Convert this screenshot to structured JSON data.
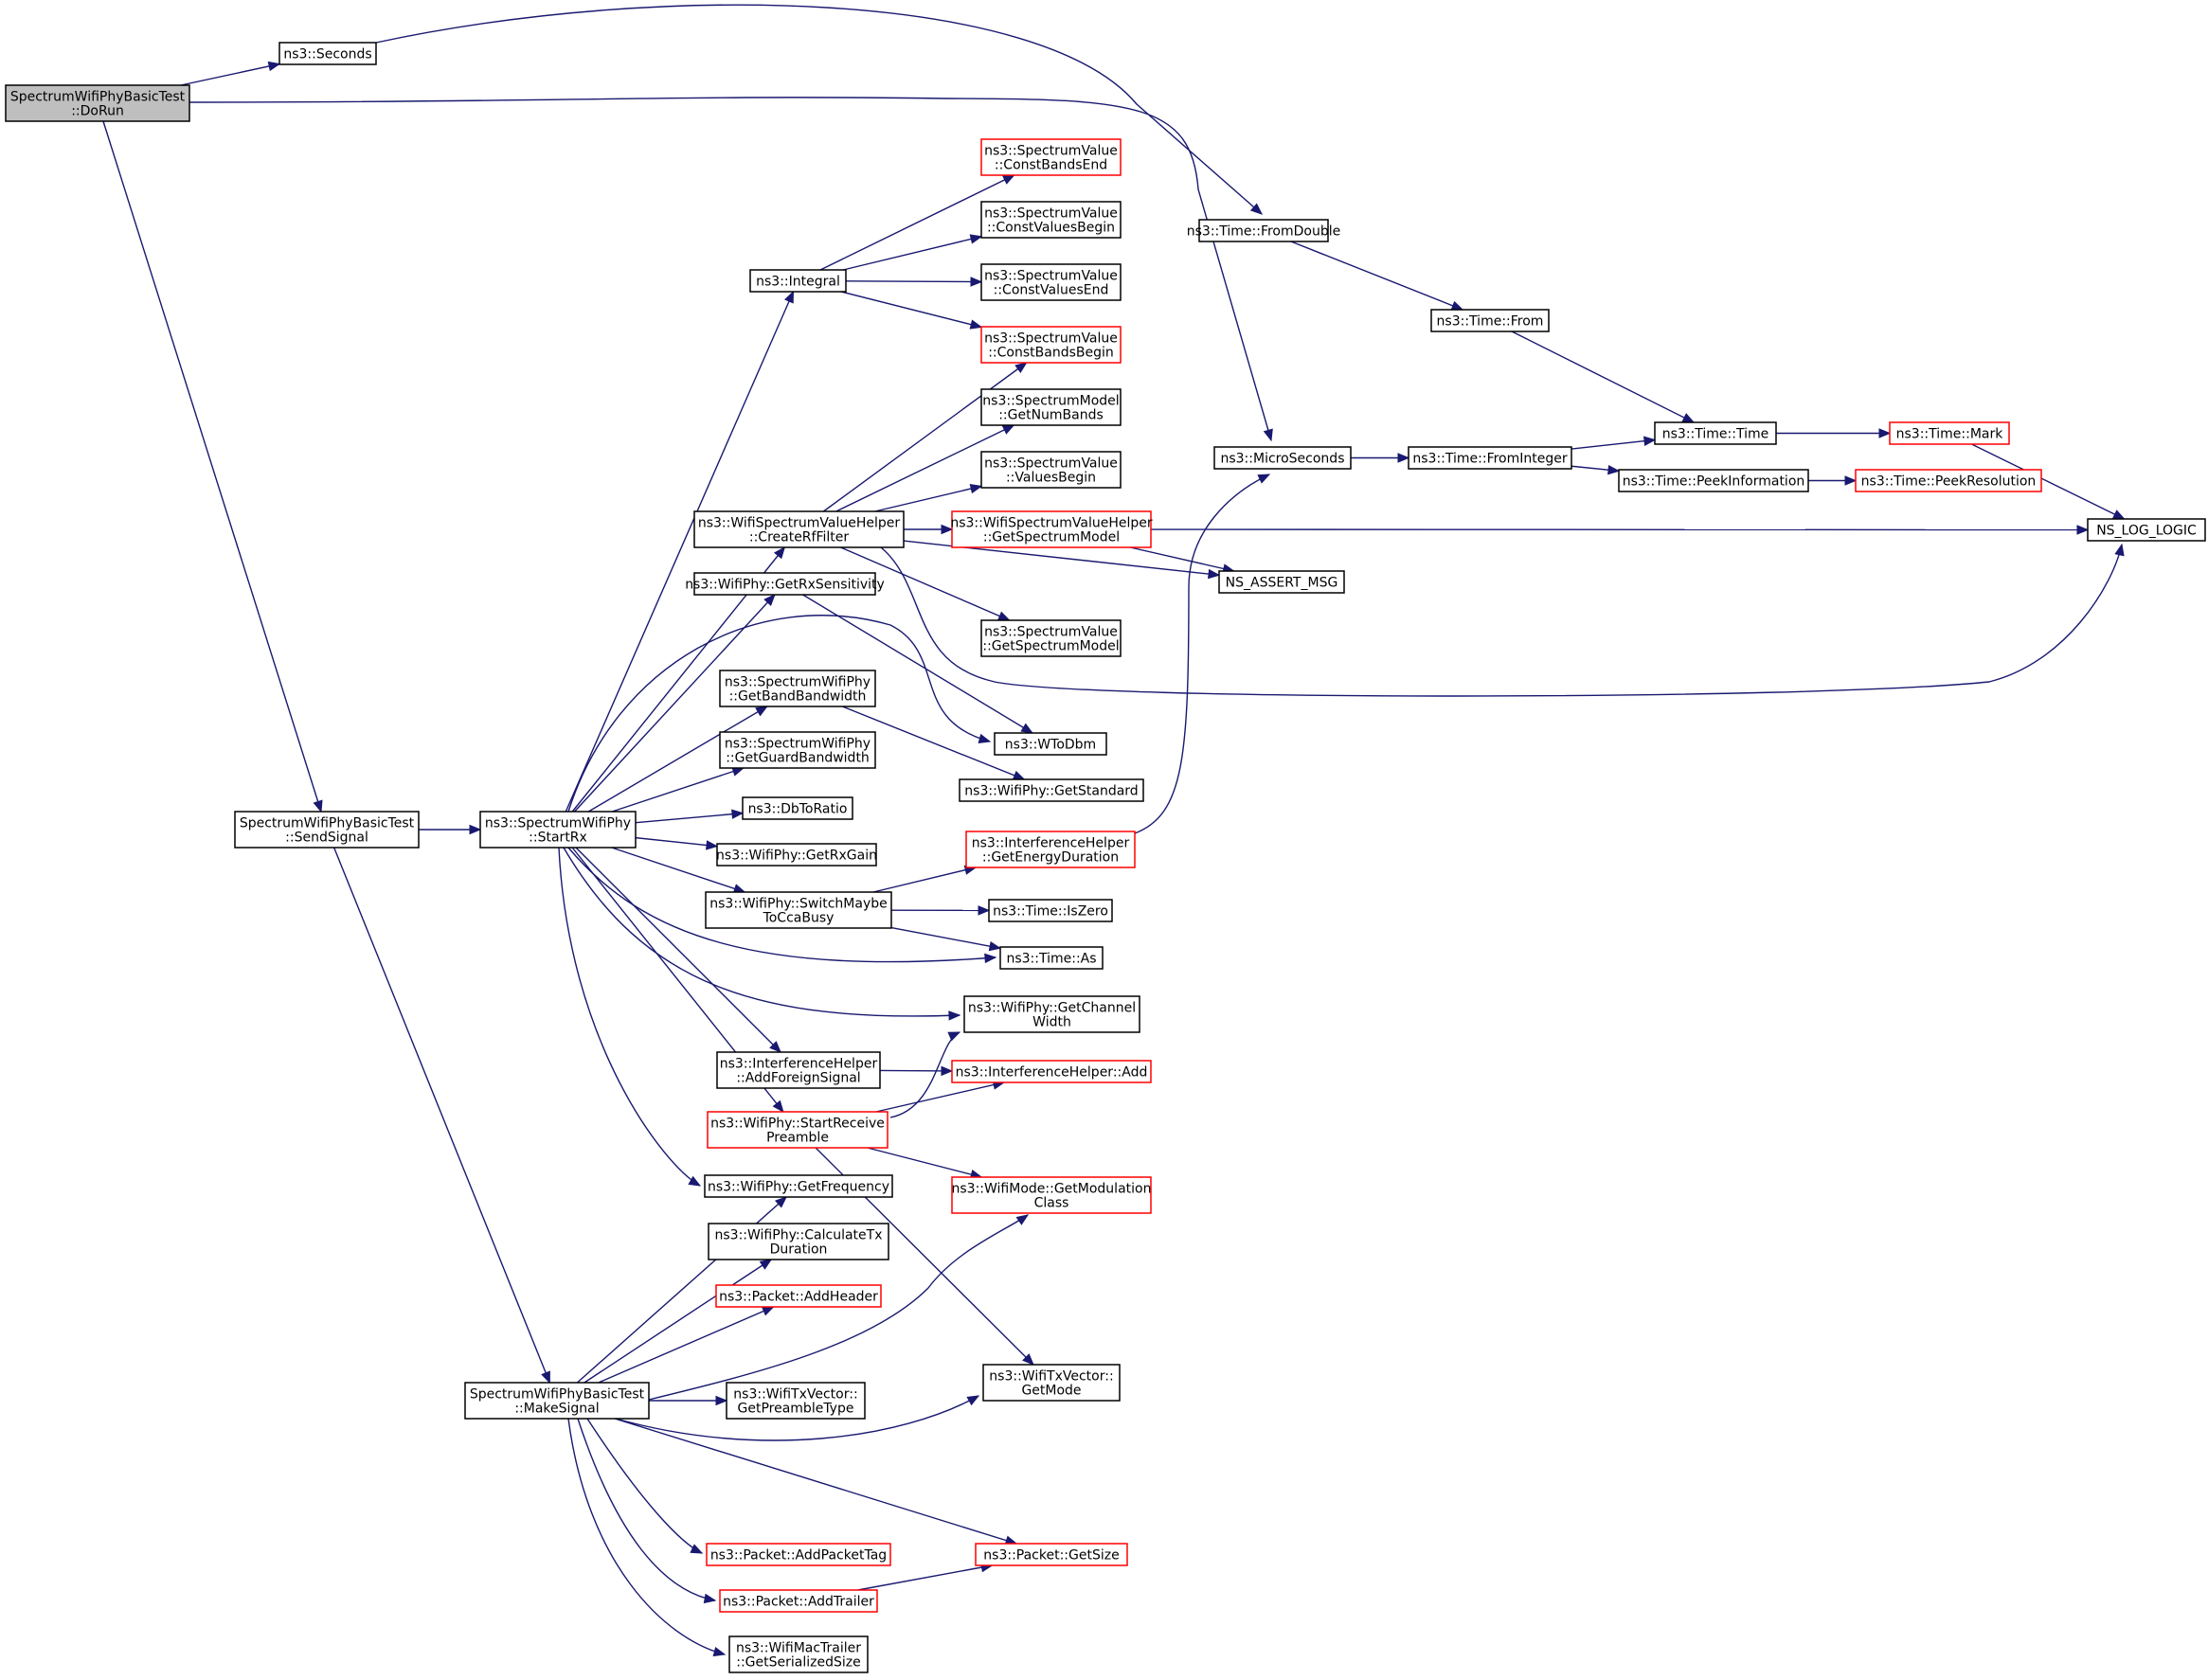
{
  "graph": {
    "colors": {
      "edge": "#191970",
      "border": "#000000",
      "incomplete_border": "#ff0000",
      "root_fill": "#bfbfbf"
    },
    "nodes": [
      {
        "id": "dorun",
        "lines": [
          "SpectrumWifiPhyBasicTest",
          "::DoRun"
        ],
        "style": "root"
      },
      {
        "id": "seconds",
        "lines": [
          "ns3::Seconds"
        ],
        "style": "normal"
      },
      {
        "id": "sendsignal",
        "lines": [
          "SpectrumWifiPhyBasicTest",
          "::SendSignal"
        ],
        "style": "normal"
      },
      {
        "id": "startrx",
        "lines": [
          "ns3::SpectrumWifiPhy",
          "::StartRx"
        ],
        "style": "normal"
      },
      {
        "id": "makesignal",
        "lines": [
          "SpectrumWifiPhyBasicTest",
          "::MakeSignal"
        ],
        "style": "normal"
      },
      {
        "id": "integral",
        "lines": [
          "ns3::Integral"
        ],
        "style": "normal"
      },
      {
        "id": "sv_cbe",
        "lines": [
          "ns3::SpectrumValue",
          "::ConstBandsEnd"
        ],
        "style": "red"
      },
      {
        "id": "sv_cvb",
        "lines": [
          "ns3::SpectrumValue",
          "::ConstValuesBegin"
        ],
        "style": "normal"
      },
      {
        "id": "sv_cve",
        "lines": [
          "ns3::SpectrumValue",
          "::ConstValuesEnd"
        ],
        "style": "normal"
      },
      {
        "id": "sv_cbb",
        "lines": [
          "ns3::SpectrumValue",
          "::ConstBandsBegin"
        ],
        "style": "red"
      },
      {
        "id": "sm_gnb",
        "lines": [
          "ns3::SpectrumModel",
          "::GetNumBands"
        ],
        "style": "normal"
      },
      {
        "id": "sv_vb",
        "lines": [
          "ns3::SpectrumValue",
          "::ValuesBegin"
        ],
        "style": "normal"
      },
      {
        "id": "createrf",
        "lines": [
          "ns3::WifiSpectrumValueHelper",
          "::CreateRfFilter"
        ],
        "style": "normal"
      },
      {
        "id": "wsvh_gsm",
        "lines": [
          "ns3::WifiSpectrumValueHelper",
          "::GetSpectrumModel"
        ],
        "style": "red"
      },
      {
        "id": "getrxsens",
        "lines": [
          "ns3::WifiPhy::GetRxSensitivity"
        ],
        "style": "normal"
      },
      {
        "id": "sv_gsm",
        "lines": [
          "ns3::SpectrumValue",
          "::GetSpectrumModel"
        ],
        "style": "normal"
      },
      {
        "id": "getbandbw",
        "lines": [
          "ns3::SpectrumWifiPhy",
          "::GetBandBandwidth"
        ],
        "style": "normal"
      },
      {
        "id": "wtodbm",
        "lines": [
          "ns3::WToDbm"
        ],
        "style": "normal"
      },
      {
        "id": "getstandard",
        "lines": [
          "ns3::WifiPhy::GetStandard"
        ],
        "style": "normal"
      },
      {
        "id": "getguardbw",
        "lines": [
          "ns3::SpectrumWifiPhy",
          "::GetGuardBandwidth"
        ],
        "style": "normal"
      },
      {
        "id": "dbtoratio",
        "lines": [
          "ns3::DbToRatio"
        ],
        "style": "normal"
      },
      {
        "id": "getrxgain",
        "lines": [
          "ns3::WifiPhy::GetRxGain"
        ],
        "style": "normal"
      },
      {
        "id": "switchcca",
        "lines": [
          "ns3::WifiPhy::SwitchMaybe",
          "ToCcaBusy"
        ],
        "style": "normal"
      },
      {
        "id": "ih_ged",
        "lines": [
          "ns3::InterferenceHelper",
          "::GetEnergyDuration"
        ],
        "style": "red"
      },
      {
        "id": "time_iszero",
        "lines": [
          "ns3::Time::IsZero"
        ],
        "style": "normal"
      },
      {
        "id": "time_as",
        "lines": [
          "ns3::Time::As"
        ],
        "style": "normal"
      },
      {
        "id": "getchw",
        "lines": [
          "ns3::WifiPhy::GetChannel",
          "Width"
        ],
        "style": "normal"
      },
      {
        "id": "ih_afs",
        "lines": [
          "ns3::InterferenceHelper",
          "::AddForeignSignal"
        ],
        "style": "normal"
      },
      {
        "id": "ih_add",
        "lines": [
          "ns3::InterferenceHelper::Add"
        ],
        "style": "red"
      },
      {
        "id": "startrecv",
        "lines": [
          "ns3::WifiPhy::StartReceive",
          "Preamble"
        ],
        "style": "red"
      },
      {
        "id": "getmodclass",
        "lines": [
          "ns3::WifiMode::GetModulation",
          "Class"
        ],
        "style": "red"
      },
      {
        "id": "getfreq",
        "lines": [
          "ns3::WifiPhy::GetFrequency"
        ],
        "style": "normal"
      },
      {
        "id": "calctx",
        "lines": [
          "ns3::WifiPhy::CalculateTx",
          "Duration"
        ],
        "style": "normal"
      },
      {
        "id": "addheader",
        "lines": [
          "ns3::Packet::AddHeader"
        ],
        "style": "red"
      },
      {
        "id": "getpreamble",
        "lines": [
          "ns3::WifiTxVector::",
          "GetPreambleType"
        ],
        "style": "normal"
      },
      {
        "id": "getmode",
        "lines": [
          "ns3::WifiTxVector::",
          "GetMode"
        ],
        "style": "normal"
      },
      {
        "id": "addpackettag",
        "lines": [
          "ns3::Packet::AddPacketTag"
        ],
        "style": "red"
      },
      {
        "id": "getsize",
        "lines": [
          "ns3::Packet::GetSize"
        ],
        "style": "red"
      },
      {
        "id": "addtrailer",
        "lines": [
          "ns3::Packet::AddTrailer"
        ],
        "style": "red"
      },
      {
        "id": "gss",
        "lines": [
          "ns3::WifiMacTrailer",
          "::GetSerializedSize"
        ],
        "style": "normal"
      },
      {
        "id": "fromdouble",
        "lines": [
          "ns3::Time::FromDouble"
        ],
        "style": "normal"
      },
      {
        "id": "time_from",
        "lines": [
          "ns3::Time::From"
        ],
        "style": "normal"
      },
      {
        "id": "microseconds",
        "lines": [
          "ns3::MicroSeconds"
        ],
        "style": "normal"
      },
      {
        "id": "frominteger",
        "lines": [
          "ns3::Time::FromInteger"
        ],
        "style": "normal"
      },
      {
        "id": "time_time",
        "lines": [
          "ns3::Time::Time"
        ],
        "style": "normal"
      },
      {
        "id": "time_mark",
        "lines": [
          "ns3::Time::Mark"
        ],
        "style": "red"
      },
      {
        "id": "peekinfo",
        "lines": [
          "ns3::Time::PeekInformation"
        ],
        "style": "normal"
      },
      {
        "id": "peekres",
        "lines": [
          "ns3::Time::PeekResolution"
        ],
        "style": "red"
      },
      {
        "id": "nslog",
        "lines": [
          "NS_LOG_LOGIC"
        ],
        "style": "normal"
      },
      {
        "id": "nsassert",
        "lines": [
          "NS_ASSERT_MSG"
        ],
        "style": "normal"
      }
    ],
    "edges": [
      [
        "dorun",
        "seconds"
      ],
      [
        "dorun",
        "microseconds"
      ],
      [
        "dorun",
        "sendsignal"
      ],
      [
        "seconds",
        "fromdouble"
      ],
      [
        "fromdouble",
        "time_from"
      ],
      [
        "time_from",
        "time_time"
      ],
      [
        "microseconds",
        "frominteger"
      ],
      [
        "frominteger",
        "time_time"
      ],
      [
        "frominteger",
        "peekinfo"
      ],
      [
        "time_time",
        "time_mark"
      ],
      [
        "time_mark",
        "nslog"
      ],
      [
        "peekinfo",
        "peekres"
      ],
      [
        "sendsignal",
        "startrx"
      ],
      [
        "sendsignal",
        "makesignal"
      ],
      [
        "startrx",
        "integral"
      ],
      [
        "startrx",
        "createrf"
      ],
      [
        "startrx",
        "getrxsens"
      ],
      [
        "startrx",
        "wtodbm"
      ],
      [
        "startrx",
        "getbandbw"
      ],
      [
        "startrx",
        "getguardbw"
      ],
      [
        "startrx",
        "dbtoratio"
      ],
      [
        "startrx",
        "getrxgain"
      ],
      [
        "startrx",
        "switchcca"
      ],
      [
        "startrx",
        "time_as"
      ],
      [
        "startrx",
        "getchw"
      ],
      [
        "startrx",
        "ih_afs"
      ],
      [
        "startrx",
        "startrecv"
      ],
      [
        "startrx",
        "getfreq"
      ],
      [
        "integral",
        "sv_cbe"
      ],
      [
        "integral",
        "sv_cvb"
      ],
      [
        "integral",
        "sv_cve"
      ],
      [
        "integral",
        "sv_cbb"
      ],
      [
        "createrf",
        "sv_cbb"
      ],
      [
        "createrf",
        "sm_gnb"
      ],
      [
        "createrf",
        "sv_vb"
      ],
      [
        "createrf",
        "wsvh_gsm"
      ],
      [
        "createrf",
        "nsassert"
      ],
      [
        "createrf",
        "sv_gsm"
      ],
      [
        "createrf",
        "nslog"
      ],
      [
        "wsvh_gsm",
        "nslog"
      ],
      [
        "wsvh_gsm",
        "nsassert"
      ],
      [
        "getrxsens",
        "wtodbm"
      ],
      [
        "getbandbw",
        "getstandard"
      ],
      [
        "switchcca",
        "ih_ged"
      ],
      [
        "switchcca",
        "time_iszero"
      ],
      [
        "switchcca",
        "time_as"
      ],
      [
        "ih_ged",
        "microseconds"
      ],
      [
        "ih_afs",
        "ih_add"
      ],
      [
        "startrecv",
        "getchw"
      ],
      [
        "startrecv",
        "ih_add"
      ],
      [
        "startrecv",
        "getmodclass"
      ],
      [
        "startrecv",
        "getmode"
      ],
      [
        "makesignal",
        "getfreq"
      ],
      [
        "makesignal",
        "calctx"
      ],
      [
        "makesignal",
        "addheader"
      ],
      [
        "makesignal",
        "getmodclass"
      ],
      [
        "makesignal",
        "getpreamble"
      ],
      [
        "makesignal",
        "getmode"
      ],
      [
        "makesignal",
        "getsize"
      ],
      [
        "makesignal",
        "addpackettag"
      ],
      [
        "makesignal",
        "addtrailer"
      ],
      [
        "makesignal",
        "gss"
      ],
      [
        "addtrailer",
        "getsize"
      ]
    ]
  }
}
